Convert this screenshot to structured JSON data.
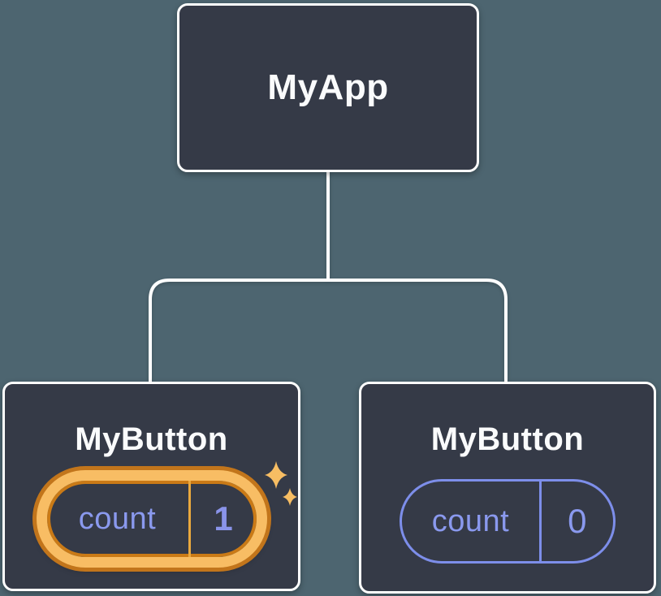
{
  "diagram": {
    "title": "React component tree with state",
    "colors": {
      "background": "#4D6570",
      "node_fill": "#353A47",
      "node_border": "#FFFFFF",
      "connector": "#FFFFFF",
      "label_text": "#FAFBFC",
      "state_text": "#8A99EE",
      "state_value_text": "#8A94EA",
      "pill_border_idle": "#7D8EEA",
      "highlight_light": "#F8BD64",
      "highlight_dark": "#C2751B",
      "highlight_inner": "#CA7A16",
      "highlight_divider": "#E9A83E",
      "sparkle": "#F7BD63"
    },
    "root": {
      "label": "MyApp"
    },
    "children": [
      {
        "label": "MyButton",
        "state_key": "count",
        "state_value": "1",
        "highlighted": true,
        "sparkles": true
      },
      {
        "label": "MyButton",
        "state_key": "count",
        "state_value": "0",
        "highlighted": false,
        "sparkles": false
      }
    ]
  }
}
